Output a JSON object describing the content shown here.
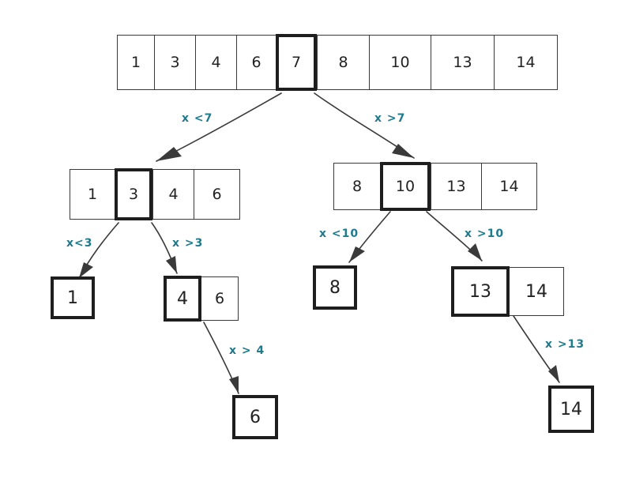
{
  "tree": {
    "root": {
      "values": [
        "1",
        "3",
        "4",
        "6",
        "7",
        "8",
        "10",
        "13",
        "14"
      ],
      "pivot": "7"
    },
    "left_child": {
      "values": [
        "1",
        "3",
        "4",
        "6"
      ],
      "pivot": "3"
    },
    "right_child": {
      "values": [
        "8",
        "10",
        "13",
        "14"
      ],
      "pivot": "10"
    },
    "leaf_1": {
      "values": [
        "1"
      ],
      "pivot": "1"
    },
    "node_4_6": {
      "values": [
        "4",
        "6"
      ],
      "pivot": "4"
    },
    "leaf_6": {
      "values": [
        "6"
      ],
      "pivot": "6"
    },
    "leaf_8": {
      "values": [
        "8"
      ],
      "pivot": "8"
    },
    "node_13_14": {
      "values": [
        "13",
        "14"
      ],
      "pivot": "13"
    },
    "leaf_14": {
      "values": [
        "14"
      ],
      "pivot": "14"
    }
  },
  "conditions": {
    "x_lt_7": "x <7",
    "x_gt_7": "x >7",
    "x_lt_3": "x<3",
    "x_gt_3": "x >3",
    "x_lt_10": "x <10",
    "x_gt_10": "x >10",
    "x_gt_4": "x > 4",
    "x_gt_13": "x >13"
  },
  "colors": {
    "ink": "#3a3a3a",
    "pivot_border": "#1e1e1e",
    "condition_text": "#1f7a8c"
  }
}
